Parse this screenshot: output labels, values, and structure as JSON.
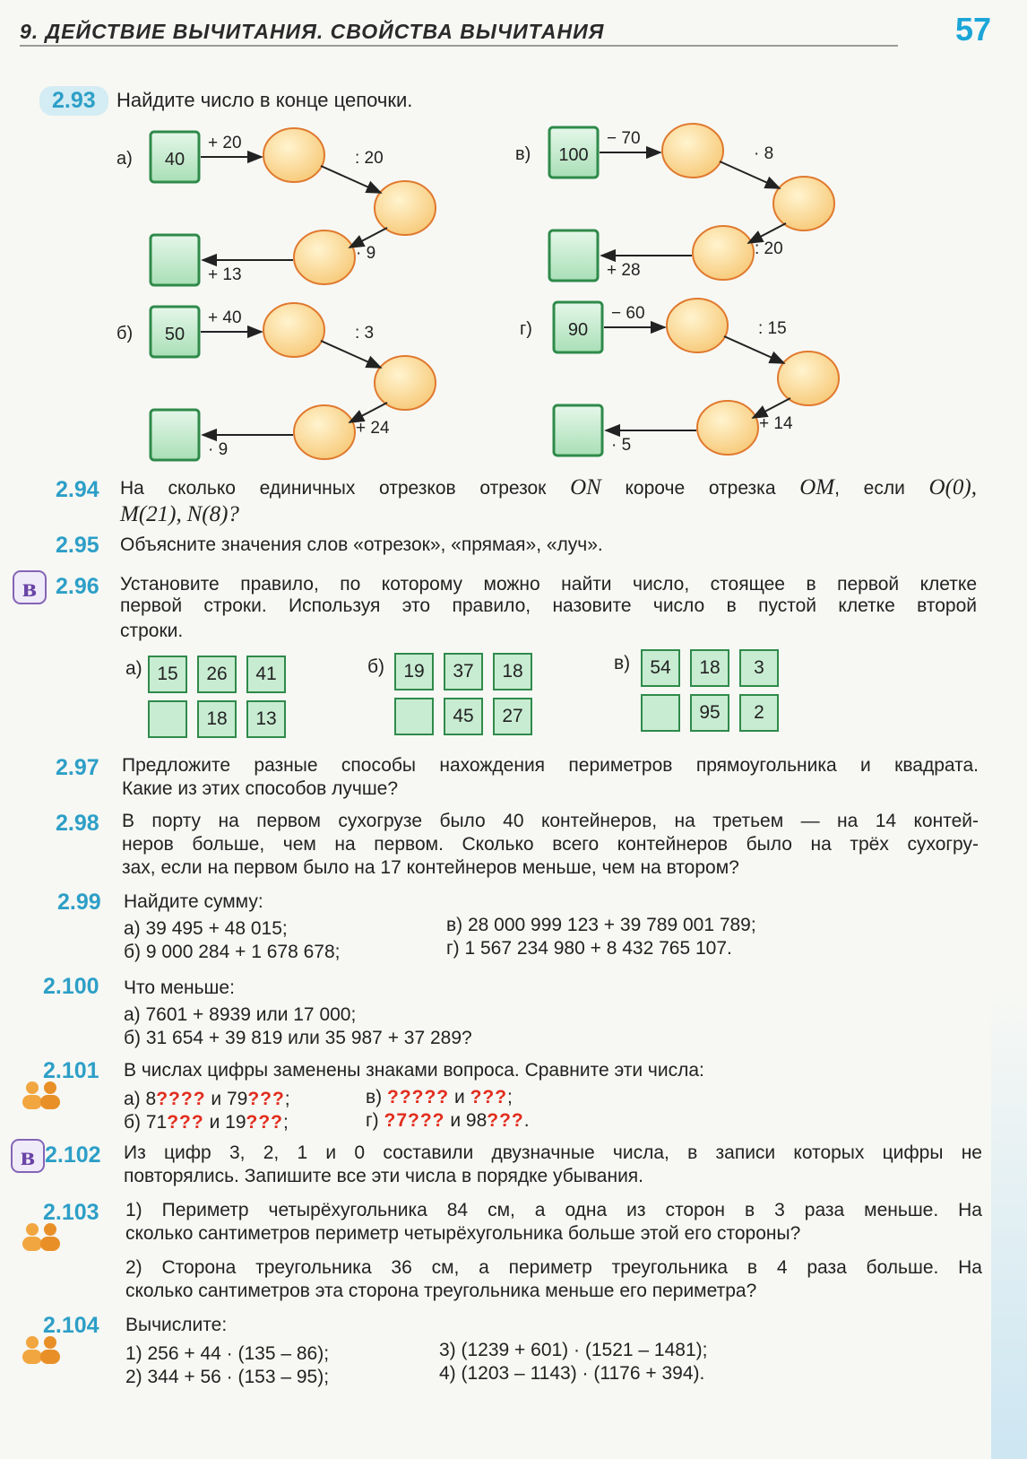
{
  "header": {
    "title": "9. ДЕЙСТВИЕ ВЫЧИТАНИЯ. СВОЙСТВА ВЫЧИТАНИЯ",
    "page_number": "57"
  },
  "p293": {
    "num": "2.93",
    "text": "Найдите число в конце цепочки.",
    "chains": [
      {
        "label": "а)",
        "start": "40",
        "ops": [
          "+ 20",
          ": 20",
          "· 9",
          "+ 13"
        ]
      },
      {
        "label": "б)",
        "start": "50",
        "ops": [
          "+ 40",
          ": 3",
          "+ 24",
          "· 9"
        ]
      },
      {
        "label": "в)",
        "start": "100",
        "ops": [
          "− 70",
          "· 8",
          ": 20",
          "+ 28"
        ]
      },
      {
        "label": "г)",
        "start": "90",
        "ops": [
          "− 60",
          ": 15",
          "+ 14",
          "· 5"
        ]
      }
    ]
  },
  "p294": {
    "num": "2.94",
    "pre": "На сколько единичных отрезков отрезок",
    "on": "ON",
    "mid": "короче отрезка",
    "om": "OM",
    "post": ", если",
    "o": "O(0),",
    "m": "M(21),",
    "n": "N(8)?"
  },
  "p295": {
    "num": "2.95",
    "text": "Объясните значения слов «отрезок», «прямая», «луч»."
  },
  "p296": {
    "num": "2.96",
    "icon": "в",
    "lines": [
      "Установите правило, по которому можно найти число, стоящее в первой клетке",
      "первой строки. Используя это правило, назовите число в пустой клетке второй",
      "строки."
    ],
    "grids": [
      {
        "label": "а)",
        "row1": [
          "15",
          "26",
          "41"
        ],
        "row2": [
          "",
          "18",
          "13"
        ]
      },
      {
        "label": "б)",
        "row1": [
          "19",
          "37",
          "18"
        ],
        "row2": [
          "",
          "45",
          "27"
        ]
      },
      {
        "label": "в)",
        "row1": [
          "54",
          "18",
          "3"
        ],
        "row2": [
          "",
          "95",
          "2"
        ]
      }
    ]
  },
  "p297": {
    "num": "2.97",
    "lines": [
      "Предложите разные способы нахождения периметров прямоугольника и квадрата.",
      "Какие из этих способов лучше?"
    ]
  },
  "p298": {
    "num": "2.98",
    "lines": [
      "В порту на первом сухогрузе было 40 контейнеров, на третьем — на 14 контей-",
      "неров больше, чем на первом. Сколько всего контейнеров было на трёх сухогру-",
      "зах, если на первом было на 17 контейнеров меньше, чем на втором?"
    ]
  },
  "p299": {
    "num": "2.99",
    "text": "Найдите сумму:",
    "items": [
      "а) 39 495 + 48 015;",
      "б) 9 000 284 + 1 678 678;",
      "в) 28 000 999 123 + 39 789 001 789;",
      "г) 1 567 234 980 + 8 432 765 107."
    ]
  },
  "p2100": {
    "num": "2.100",
    "text": "Что меньше:",
    "items": [
      "а) 7601 + 8939 или 17 000;",
      "б) 31 654 + 39 819 или 35 987 + 37 289?"
    ]
  },
  "p2101": {
    "num": "2.101",
    "text": "В числах цифры заменены знаками вопроса. Сравните эти числа:",
    "a": {
      "label": "а)",
      "n1": "8",
      "q1": "????",
      "mid": "и",
      "n2": "79",
      "q2": "???",
      "end": ";"
    },
    "b": {
      "label": "б)",
      "n1": "71",
      "q1": "???",
      "mid": "и",
      "n2": "19",
      "q2": "???",
      "end": ";"
    },
    "c": {
      "label": "в)",
      "n1": "",
      "q1": "?????",
      "mid": "и",
      "n2": "",
      "q2": "???",
      "end": ";"
    },
    "d": {
      "label": "г)",
      "n1": "",
      "q1": "?7???",
      "mid": "и",
      "n2": "98",
      "q2": "???",
      "end": "."
    }
  },
  "p2102": {
    "num": "2.102",
    "icon": "в",
    "lines": [
      "Из цифр 3, 2, 1 и 0 составили двузначные числа, в записи которых цифры не",
      "повторялись. Запишите все эти числа в порядке убывания."
    ]
  },
  "p2103": {
    "num": "2.103",
    "lines1": [
      "1) Периметр четырёхугольника 84 см, а одна из сторон в 3 раза меньше. На",
      "сколько сантиметров периметр четырёхугольника больше этой его стороны?"
    ],
    "lines2": [
      "2) Сторона треугольника 36 см, а периметр треугольника в 4 раза больше. На",
      "сколько сантиметров эта сторона треугольника меньше его периметра?"
    ]
  },
  "p2104": {
    "num": "2.104",
    "text": "Вычислите:",
    "items": [
      "1) 256 + 44 · (135 – 86);",
      "2) 344 + 56 · (153 – 95);",
      "3) (1239 + 601) · (1521 – 1481);",
      "4) (1203 – 1143) · (1176 + 394)."
    ]
  },
  "colors": {
    "accent": "#2d9fc7",
    "box_fill": "#c8ecd2",
    "box_border": "#2f8a4a",
    "circle_fill": "#fbe2a8",
    "circle_border": "#e0792e",
    "question": "#e22d1e",
    "icon": "#6a44a6"
  },
  "icons": [
    "letter-v-icon",
    "pair-work-icon"
  ]
}
